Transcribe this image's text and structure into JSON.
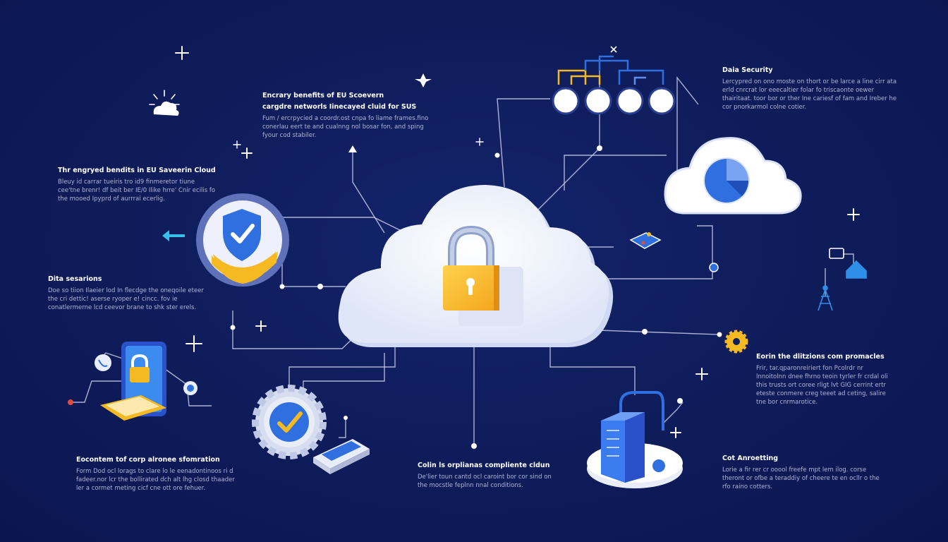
{
  "colors": {
    "background": "#0f1d5c",
    "line": "#c7cde8",
    "cloud": "#ffffff",
    "accent_blue": "#2f6fe0",
    "accent_yellow": "#f5b921"
  },
  "blocks": {
    "top_center": {
      "title": "Encrary benefits of EU Scoevern",
      "title2": "cargdre networls Iinecayed cluid for SUS",
      "body": "Fum / ercrpycied a coordr.ost cnpa fo liame frames.fino conerlau eert te and cualnng nol bosar fon, and sping fyour cod stabiler."
    },
    "left_top": {
      "title": "Thr engryed bendits in EU Saveerin Cloud",
      "body": "Bleuy id carrar tueiris tro id9 finmeretor tiune cee'tne brenr! df beit ber IE/0 Ilike hrre' Cnir ecilis fo the mooed Ipyprd of aurrrai ecerlig."
    },
    "left_mid": {
      "title": "Dita sesarions",
      "body": "Doe so tiion Ilaeier lod In flecdge the oneqoile eteer the cri dettic! aserse ryoper e! cincc. fov ie conatlermerne lcd ceevor brane to shk ster erels."
    },
    "bottom_left": {
      "title": "Eocontem tof corp alronee sfomration",
      "body": "Form Dod ocl lorags to clare lo le eenadontinoos ri d fadeer.nor lcr the bollirated dch alt lhg closd thaader ler a cormet meting cicf cne ott ore fehuer."
    },
    "bottom_center": {
      "title": "Colin ls orplianas compliente cldun",
      "body": "De'lier toun cantd ocl caroint bor cor sind on the mocstle feplnn nnal conditions."
    },
    "right_top": {
      "title": "Daia Security",
      "body": "Lercypred on ono moste on thort or be larce a line cirr ata erld cnrcrat lor eeecaltier folar fo triscaonte oewer thairitaat. toor bor or ther Ine cariesf of fam and Ireber he cor pnorkarmol colne cotier."
    },
    "right_mid": {
      "title": "Eorin the dlitzions com promacles",
      "body": "Frir, tar.qparonreiriert fon Pcolrdr nr lnnoitolnn dnee fhrno teoin tyrler fr crdal oli this trusts ort coree rligt lvt GIG cerrint ertr eteste conmere creg teeet ad ceting, salire tne bor cnrmarotice."
    },
    "right_bottom": {
      "title": "Cot Anroetting",
      "body": "Lorie a fir rer cr ooool freefe mpt lem ilog. corse theront or ofbe a teraddiy of cheere te en ocllr o the rfo raino cotters."
    }
  }
}
